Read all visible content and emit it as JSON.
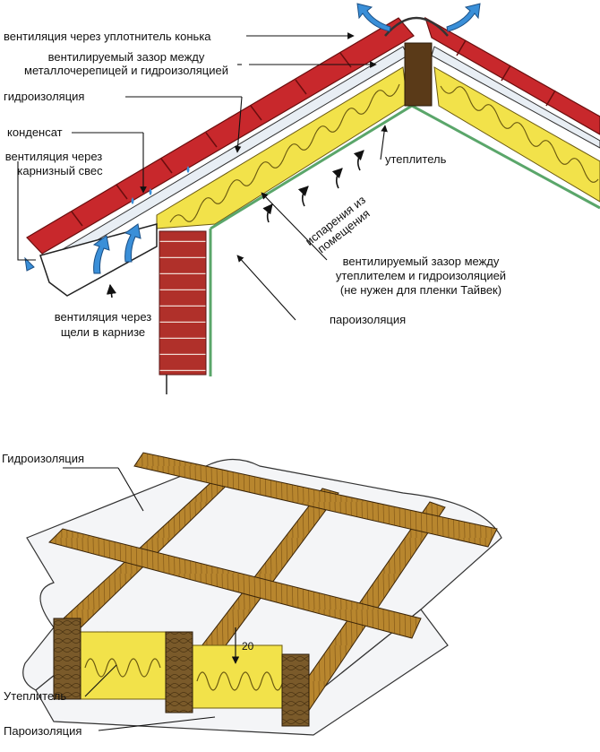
{
  "top_diagram": {
    "labels": {
      "ridge_vent": "вентиляция через уплотнитель конька",
      "vent_gap_line1": "вентилируемый зазор между",
      "vent_gap_line2": "металлочерепицей и гидроизоляцией",
      "waterproofing": "гидроизоляция",
      "condensate": "конденсат",
      "eave_vent_line1": "вентиляция через",
      "eave_vent_line2": "карнизный свес",
      "insulation": "утеплитель",
      "evaporation_line1": "испарения из",
      "evaporation_line2": "помещения",
      "gap_insul_line1": "вентилируемый зазор между",
      "gap_insul_line2": "утеплителем и гидроизоляцией",
      "gap_insul_line3": "(не нужен для пленки Тайвек)",
      "soffit_vent_line1": "вентиляция через",
      "soffit_vent_line2": "щели в карнизе",
      "vapor_barrier": "пароизоляция"
    }
  },
  "bottom_diagram": {
    "labels": {
      "waterproofing": "Гидроизоляция",
      "insulation": "Утеплитель",
      "vapor_barrier": "Пароизоляция",
      "gap_mm": "20"
    }
  },
  "colors": {
    "roof_tile": "#c8282c",
    "insulation": "#f2e24a",
    "brick": "#b0302a",
    "wood": "#b8862e",
    "vent_arrow": "#3a8fd8",
    "vapor_film": "#7fbf8a"
  }
}
